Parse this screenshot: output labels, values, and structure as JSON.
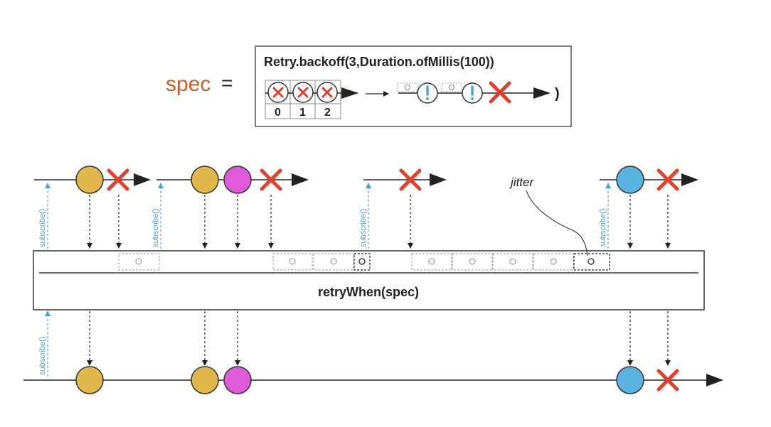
{
  "spec": {
    "variable": "spec",
    "equals": "=",
    "code": "Retry.backoff(3,Duration.ofMillis(100))",
    "indices": [
      "0",
      "1",
      "2"
    ],
    "closing_paren": ")"
  },
  "operator": {
    "label": "retryWhen(spec)"
  },
  "annotations": {
    "jitter": "jitter",
    "subscribe": "subscribe()"
  },
  "colors": {
    "yellow_marble": "#e2b74c",
    "magenta_marble": "#de5ad9",
    "blue_marble": "#5ab4e2",
    "error_x": "#e0412d",
    "subscribe_arrow": "#4aa3d9",
    "spec_word": "#c8602a"
  }
}
